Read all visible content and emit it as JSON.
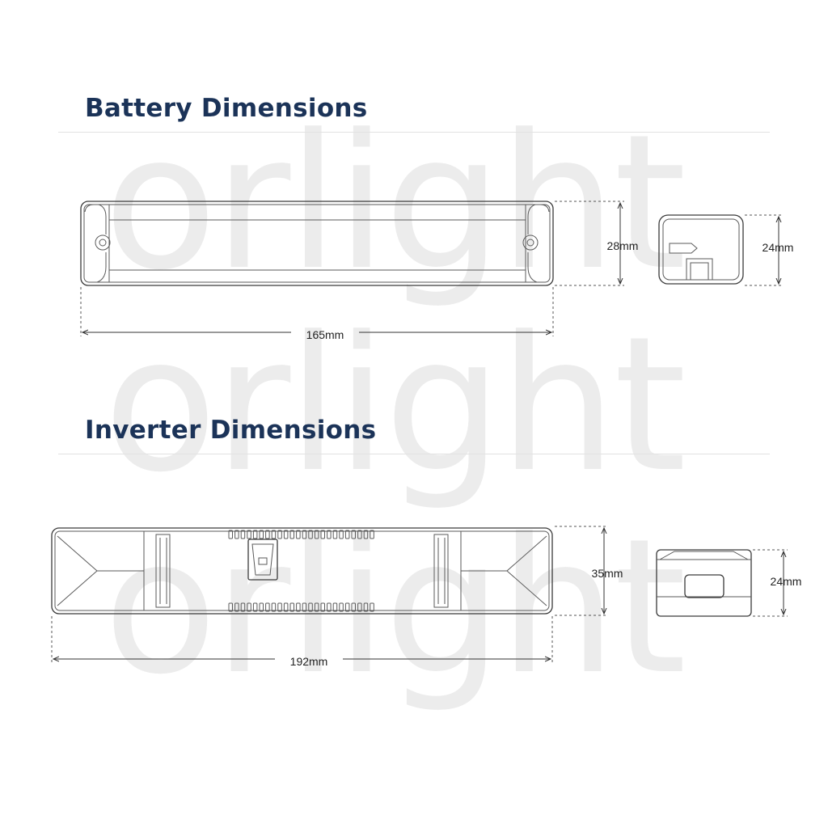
{
  "watermark": {
    "text": "orlight"
  },
  "battery": {
    "heading": "Battery Dimensions",
    "length_label": "165mm",
    "height_label": "28mm",
    "side_height_label": "24mm"
  },
  "inverter": {
    "heading": "Inverter Dimensions",
    "length_label": "192mm",
    "height_label": "35mm",
    "side_height_label": "24mm"
  },
  "colors": {
    "heading": "#1b3358",
    "watermark": "#ececec",
    "line": "#3a3a3a"
  }
}
